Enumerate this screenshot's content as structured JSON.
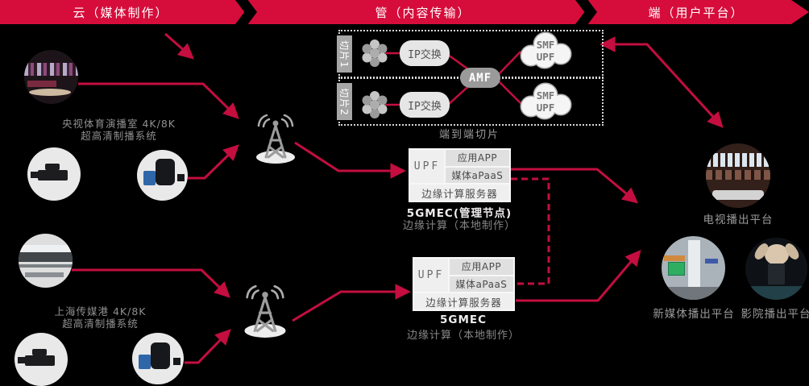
{
  "banner": {
    "cloud_label": "云（媒体制作）",
    "pipe_label": "管（内容传输）",
    "terminal_label": "端（用户平台）",
    "color": "#D60D3B"
  },
  "sources": {
    "group1": {
      "line1": "央视体育演播室 4K/8K",
      "line2": "超高清制播系统"
    },
    "group2": {
      "line1": "上海传媒港 4K/8K",
      "line2": "超高清制播系统"
    }
  },
  "slices": {
    "slice1": "切片1",
    "slice2": "切片2",
    "ip_switch": "IP交换",
    "amf": "AMF",
    "smf": "SMF",
    "upf": "UPF",
    "caption": "端到端切片"
  },
  "mec1": {
    "upf": "UPF",
    "app": "应用APP",
    "apaas": "媒体aPaaS",
    "server": "边缘计算服务器",
    "title": "5GMEC(管理节点)",
    "subtitle": "边缘计算（本地制作）"
  },
  "mec2": {
    "upf": "UPF",
    "app": "应用APP",
    "apaas": "媒体aPaaS",
    "server": "边缘计算服务器",
    "title": "5GMEC",
    "subtitle": "边缘计算（本地制作）"
  },
  "platforms": {
    "tv": "电视播出平台",
    "new_media": "新媒体播出平台",
    "cinema": "影院播出平台"
  },
  "colors": {
    "background": "#000000",
    "line_red": "#C30E3F",
    "banner_red": "#D60D3B"
  }
}
